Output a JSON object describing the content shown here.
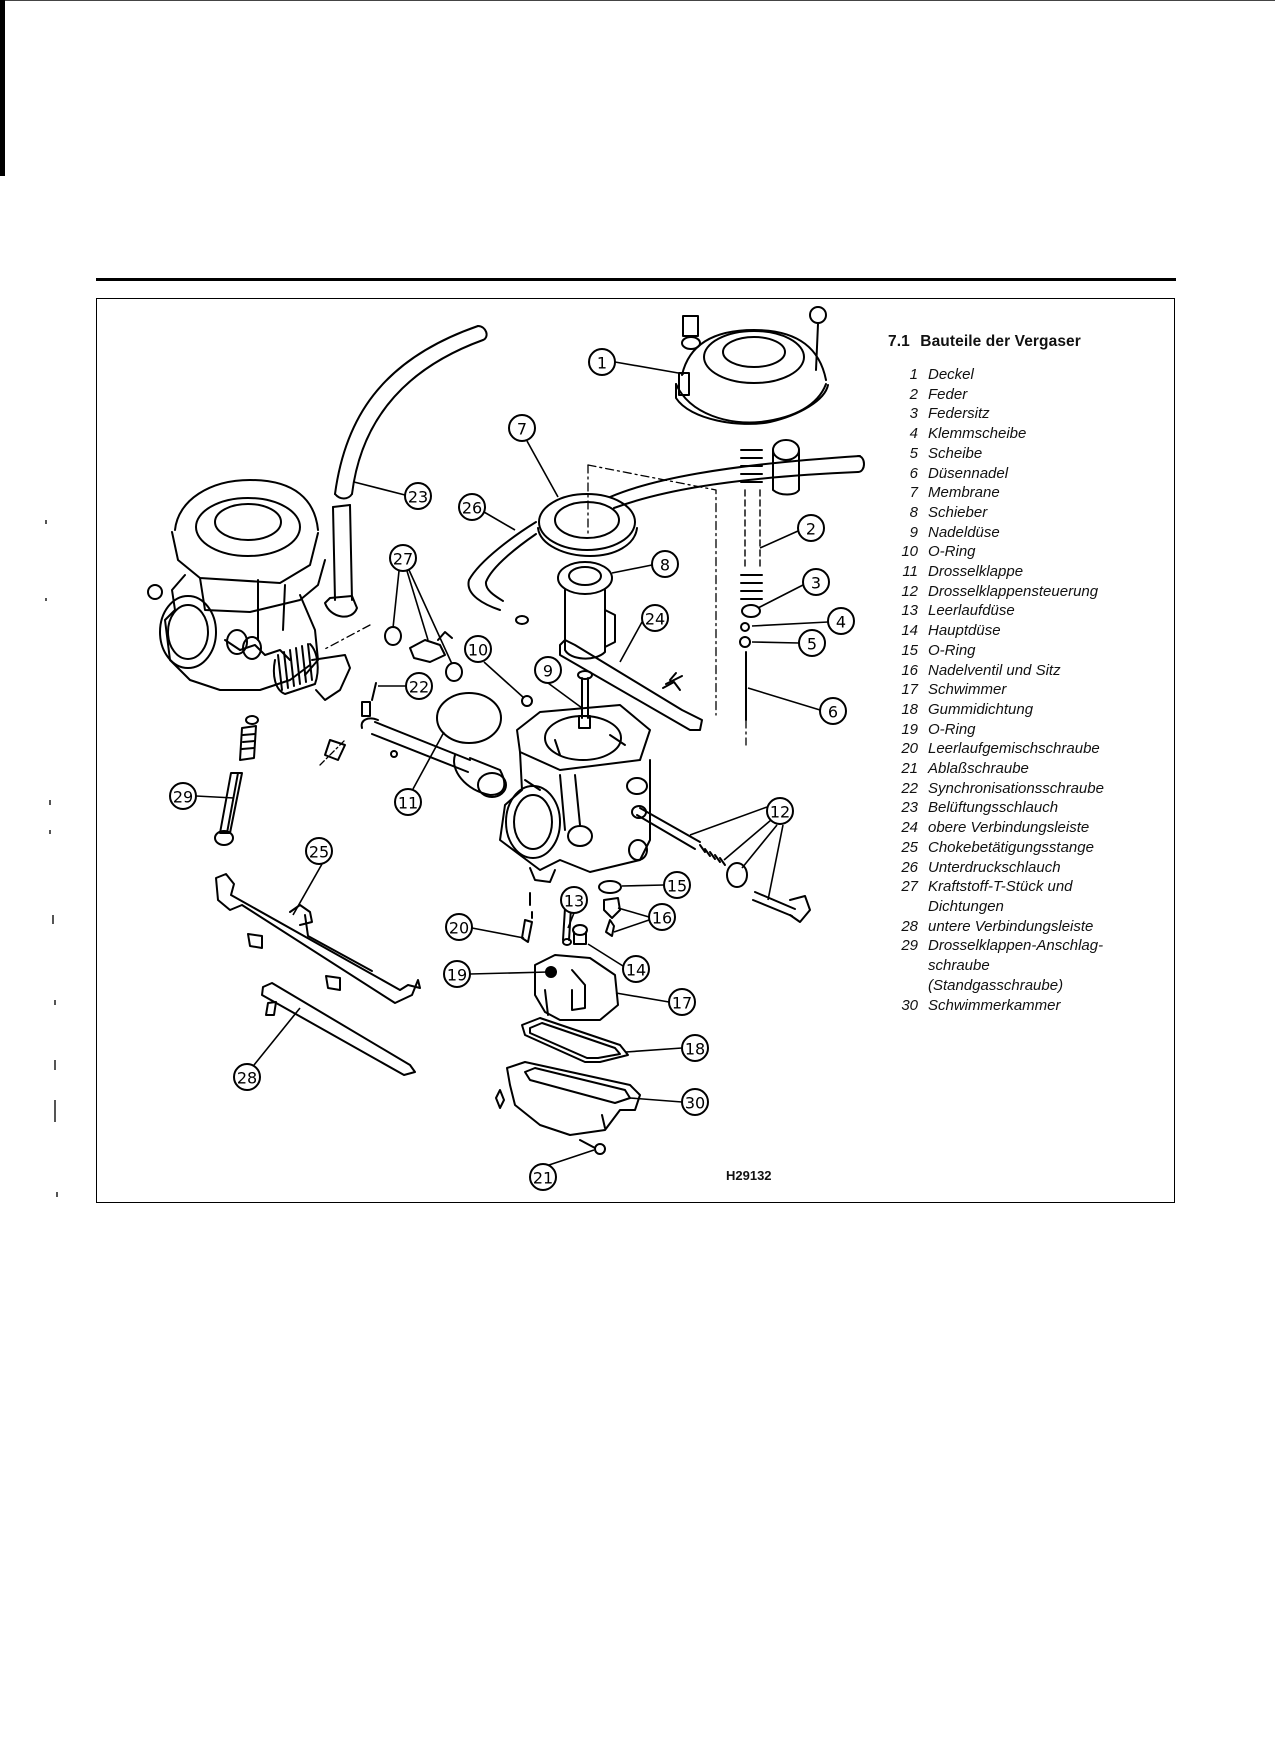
{
  "page": {
    "section_number": "7.1",
    "section_title": "Bauteile der Vergaser",
    "figure_code": "H29132"
  },
  "legend": [
    {
      "no": "1",
      "label": "Deckel"
    },
    {
      "no": "2",
      "label": "Feder"
    },
    {
      "no": "3",
      "label": "Federsitz"
    },
    {
      "no": "4",
      "label": "Klemmscheibe"
    },
    {
      "no": "5",
      "label": "Scheibe"
    },
    {
      "no": "6",
      "label": "Düsennadel"
    },
    {
      "no": "7",
      "label": "Membrane"
    },
    {
      "no": "8",
      "label": "Schieber"
    },
    {
      "no": "9",
      "label": "Nadeldüse"
    },
    {
      "no": "10",
      "label": "O-Ring"
    },
    {
      "no": "11",
      "label": "Drosselklappe"
    },
    {
      "no": "12",
      "label": "Drosselklappensteuerung"
    },
    {
      "no": "13",
      "label": "Leerlaufdüse"
    },
    {
      "no": "14",
      "label": "Hauptdüse"
    },
    {
      "no": "15",
      "label": "O-Ring"
    },
    {
      "no": "16",
      "label": "Nadelventil und Sitz"
    },
    {
      "no": "17",
      "label": "Schwimmer"
    },
    {
      "no": "18",
      "label": "Gummidichtung"
    },
    {
      "no": "19",
      "label": "O-Ring"
    },
    {
      "no": "20",
      "label": "Leerlaufgemischschraube"
    },
    {
      "no": "21",
      "label": "Ablaßschraube"
    },
    {
      "no": "22",
      "label": "Synchronisationsschraube"
    },
    {
      "no": "23",
      "label": "Belüftungsschlauch"
    },
    {
      "no": "24",
      "label": "obere Verbindungsleiste"
    },
    {
      "no": "25",
      "label": "Chokebetätigungsstange"
    },
    {
      "no": "26",
      "label": "Unterdruckschlauch"
    },
    {
      "no": "27",
      "label": "Kraftstoff-T-Stück und Dichtungen"
    },
    {
      "no": "28",
      "label": "untere Verbindungsleiste"
    },
    {
      "no": "29",
      "label": "Drosselklappen-Anschlag-schraube (Standgasschraube)"
    },
    {
      "no": "30",
      "label": "Schwimmerkammer"
    }
  ],
  "callouts": [
    "1",
    "2",
    "3",
    "4",
    "5",
    "6",
    "7",
    "8",
    "9",
    "10",
    "11",
    "12",
    "13",
    "14",
    "15",
    "16",
    "17",
    "18",
    "19",
    "20",
    "21",
    "22",
    "23",
    "24",
    "25",
    "26",
    "27",
    "28",
    "29",
    "30"
  ],
  "colors": {
    "ink": "#000000",
    "paper": "#ffffff"
  }
}
